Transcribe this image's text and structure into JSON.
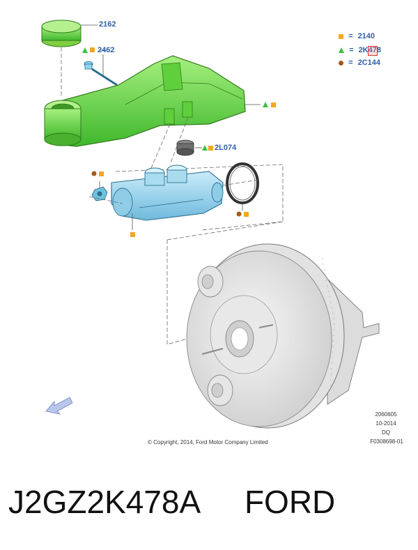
{
  "callouts": {
    "cap": "2162",
    "sensor": "2462",
    "seal": "2L074"
  },
  "legend": [
    {
      "symbol": "square",
      "eq": "=",
      "code": "2140"
    },
    {
      "symbol": "triangle",
      "eq": "=",
      "code": "2K478"
    },
    {
      "symbol": "dot",
      "eq": "=",
      "code": "2C144"
    }
  ],
  "drawing_info": {
    "number": "2060605",
    "date": "10-2014",
    "code": "DQ",
    "ref": "F0308698-01"
  },
  "copyright": "© Copyright, 2014, Ford Motor Company Limited",
  "caption": {
    "part_number": "J2GZ2K478A",
    "brand": "FORD"
  },
  "colors": {
    "reservoir": "#7ee35a",
    "master_cylinder": "#9fd6ef",
    "booster": "#ececec",
    "callout_text": "#2d5fa8",
    "square_marker": "#f5a623",
    "triangle_marker": "#3cc13c",
    "dot_marker": "#a05a1e"
  }
}
